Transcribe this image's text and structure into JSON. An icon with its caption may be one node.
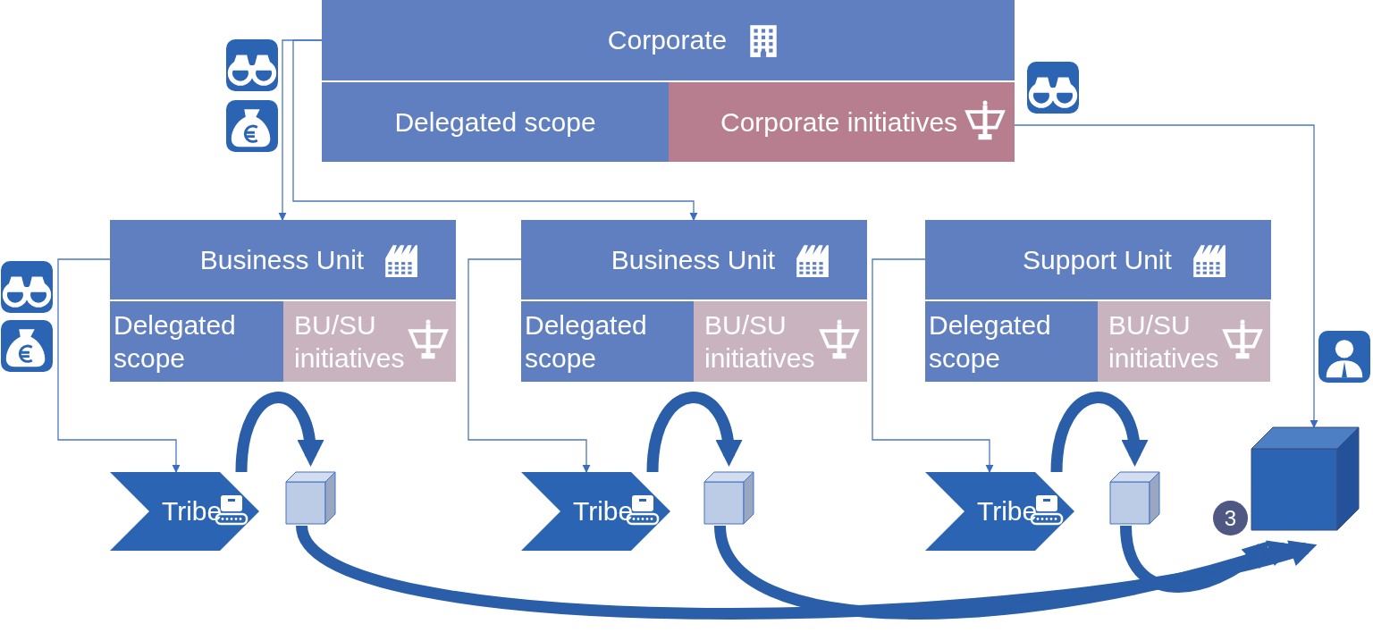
{
  "diagram": {
    "nodes": [
      {
        "text": [
          "Corporate"
        ]
      },
      {
        "text": [
          "Delegated scope"
        ]
      },
      {
        "text": [
          "Corporate initiatives"
        ]
      },
      {
        "text": [
          "Business Unit"
        ]
      },
      {
        "text": [
          "Delegated scope"
        ]
      },
      {
        "text": [
          "BU/SU initiatives"
        ]
      },
      {
        "text": [
          "Business Unit"
        ]
      },
      {
        "text": [
          "Delegated scope"
        ]
      },
      {
        "text": [
          "BU/SU initiatives"
        ]
      },
      {
        "text": [
          "Support Unit"
        ]
      },
      {
        "text": [
          "Delegated scope"
        ]
      },
      {
        "text": [
          "BU/SU initiatives"
        ]
      },
      {
        "text": [
          "Tribe"
        ]
      },
      {
        "text": [],
        "shape": "box"
      },
      {
        "text": [
          "Tribe"
        ]
      },
      {
        "text": [],
        "shape": "box"
      },
      {
        "text": [
          "Tribe"
        ]
      },
      {
        "text": [],
        "shape": "box"
      },
      {
        "text": [],
        "shape": "box"
      },
      {
        "text": [
          "3"
        ]
      }
    ],
    "edges": [
      {
        "from": 0,
        "to": 3,
        "arrow": "to"
      },
      {
        "from": 0,
        "to": 6,
        "arrow": "to"
      },
      {
        "from": 2,
        "to": 18,
        "arrow": "to"
      },
      {
        "from": 3,
        "to": 12,
        "arrow": "to"
      },
      {
        "from": 6,
        "to": 14,
        "arrow": "to"
      },
      {
        "from": 9,
        "to": 16,
        "arrow": "to"
      },
      {
        "from": 12,
        "to": 13,
        "arrow": "to",
        "style": "thick"
      },
      {
        "from": 14,
        "to": 15,
        "arrow": "to",
        "style": "thick"
      },
      {
        "from": 16,
        "to": 17,
        "arrow": "to",
        "style": "thick"
      },
      {
        "from": 13,
        "to": 18,
        "arrow": "to",
        "style": "thick"
      },
      {
        "from": 15,
        "to": 18,
        "arrow": "to",
        "style": "thick"
      },
      {
        "from": 17,
        "to": 18,
        "arrow": "to",
        "style": "thick"
      }
    ]
  }
}
